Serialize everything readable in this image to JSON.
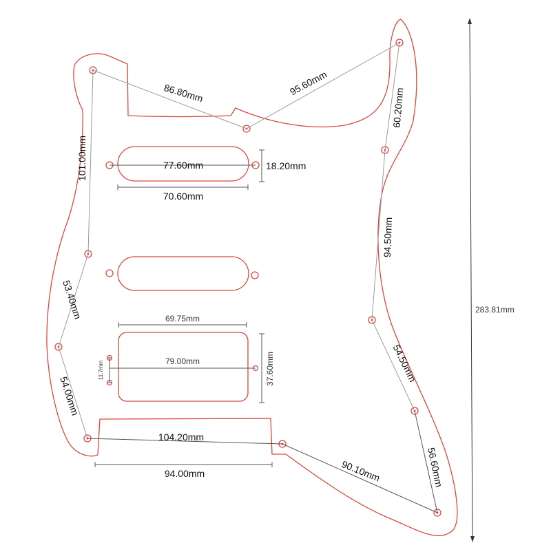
{
  "colors": {
    "outline": "#d9463a",
    "hole": "#d9463a",
    "dimension_line": "#555555",
    "measure_line": "#999999",
    "text": "#111111"
  },
  "labels": {
    "top_left_span": "86.80mm",
    "top_right_span": "95.60mm",
    "left_upper": "101.00mm",
    "right_upper": "60.20mm",
    "pickup1_span": "77.60mm",
    "pickup1_height": "18.20mm",
    "pickup1_width": "70.60mm",
    "right_mid": "94.50mm",
    "left_mid": "53.40mm",
    "humbucker_width": "69.75mm",
    "humbucker_span": "79.00mm",
    "humbucker_height": "37.60mm",
    "humbucker_small": "11.7mm",
    "left_lower": "54.00mm",
    "right_lower": "54.50mm",
    "control_span": "104.20mm",
    "control_width": "94.00mm",
    "bottom_diag": "90.10mm",
    "right_bottom": "56.60mm",
    "total_height": "283.81mm"
  }
}
